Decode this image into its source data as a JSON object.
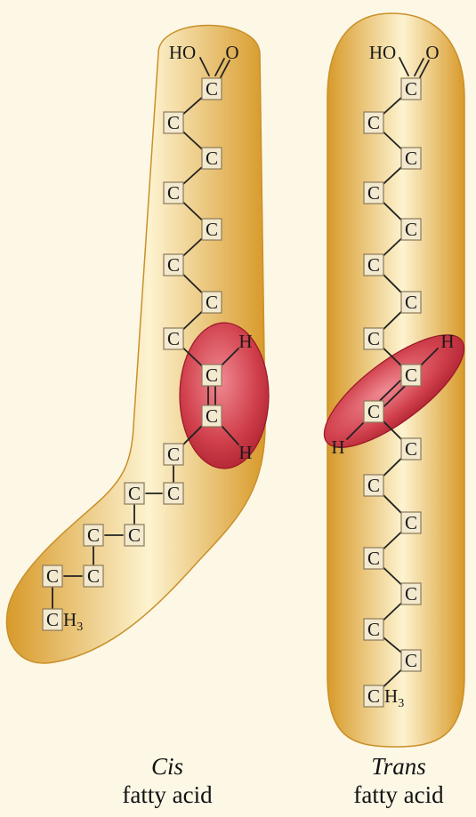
{
  "atoms": {
    "carbon": "C",
    "hydrogen": "H",
    "hydroxyl": "HO",
    "oxygen": "O",
    "methyl_base": "CH",
    "methyl_sub": "3"
  },
  "captions": {
    "cis_title": "Cis",
    "cis_sub": "fatty acid",
    "trans_title": "Trans",
    "trans_sub": "fatty acid"
  },
  "colors": {
    "body": "#e9b444",
    "body_highlight": "#fdf3d0",
    "double_bond_region": "#c7303f",
    "background": "#fdf7e6"
  }
}
